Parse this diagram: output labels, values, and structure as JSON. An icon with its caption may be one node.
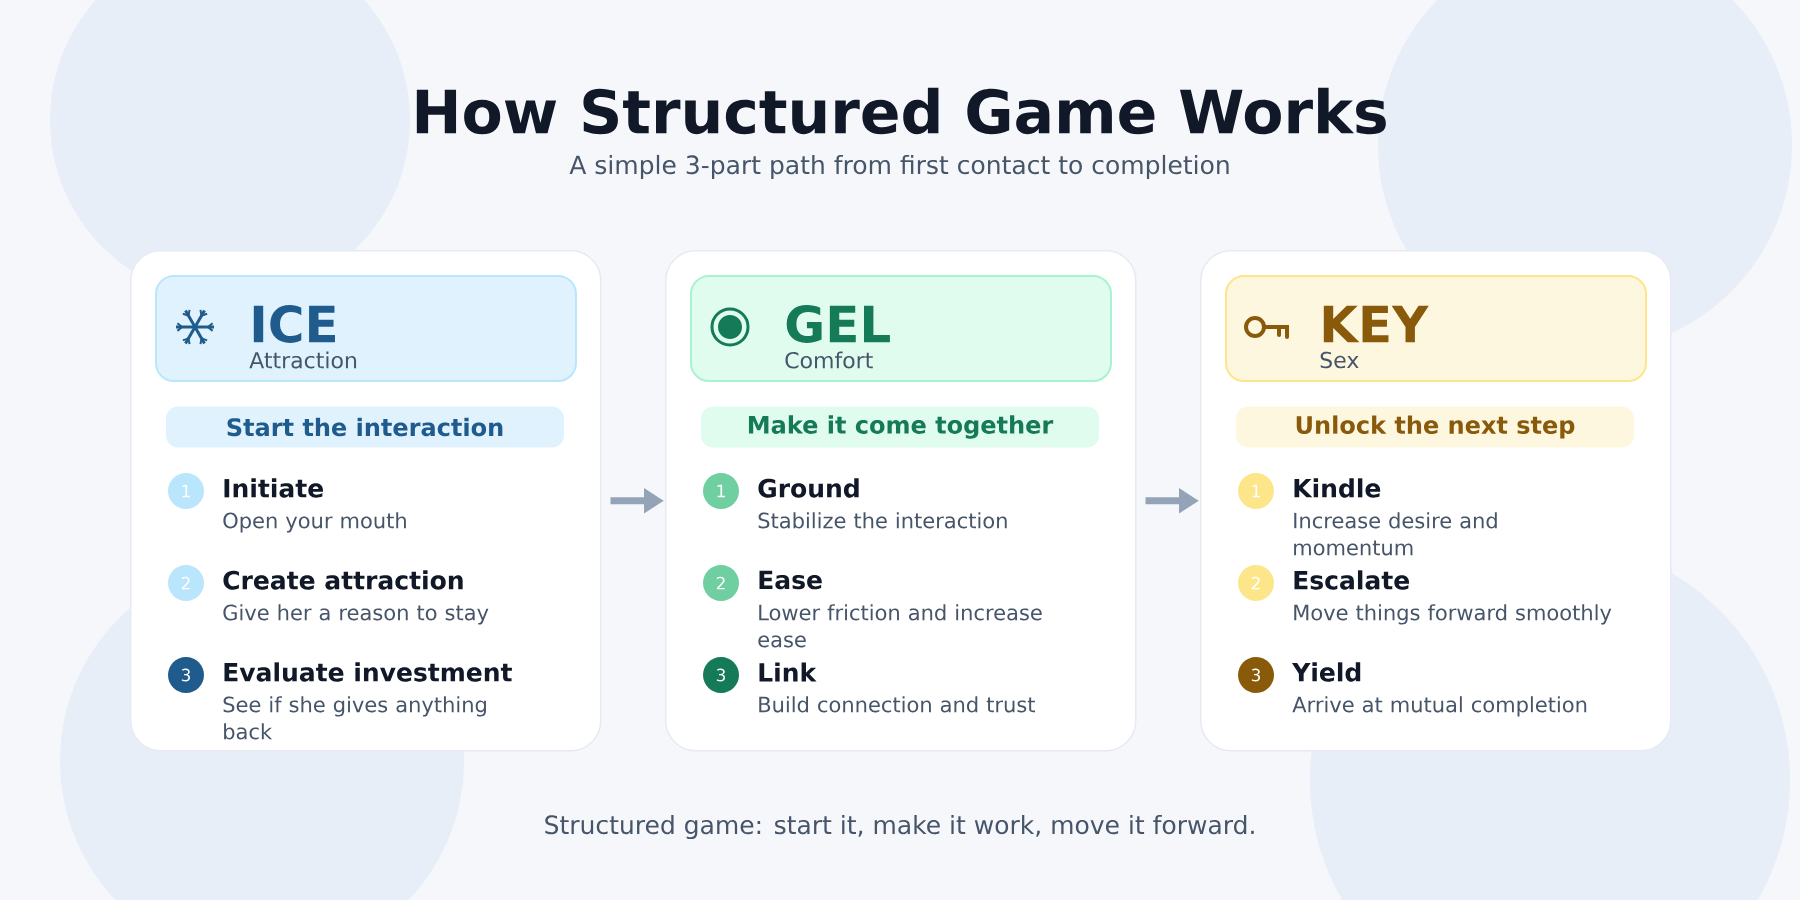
{
  "diagram": {
    "title": "How Structured Game Works",
    "caption": "Structured game: start it, make it work, move it forward.",
    "labels": [
      "A simple 3-part path from first contact to completion"
    ],
    "nodes": [
      {
        "text": [],
        "shape": "box"
      },
      {
        "text": [
          "ICE",
          "Attraction"
        ],
        "in": 0
      },
      {
        "text": [
          "Start the interaction"
        ],
        "in": 0
      },
      {
        "text": [
          "1"
        ],
        "in": 0,
        "beside": [
          "Initiate",
          "Open your mouth"
        ]
      },
      {
        "text": [
          "2"
        ],
        "in": 0,
        "beside": [
          "Create attraction",
          "Give her a reason to stay"
        ]
      },
      {
        "text": [
          "3"
        ],
        "in": 0,
        "beside": [
          "Evaluate investment",
          "See if she gives anything back"
        ]
      },
      {
        "text": [],
        "shape": "box"
      },
      {
        "text": [
          "GEL",
          "Comfort"
        ],
        "in": 6
      },
      {
        "text": [
          "Make it come together"
        ],
        "in": 6
      },
      {
        "text": [
          "1"
        ],
        "in": 6,
        "beside": [
          "Ground",
          "Stabilize the interaction"
        ]
      },
      {
        "text": [
          "2"
        ],
        "in": 6,
        "beside": [
          "Ease",
          "Lower friction and increase ease"
        ]
      },
      {
        "text": [
          "3"
        ],
        "in": 6,
        "beside": [
          "Link",
          "Build connection and trust"
        ]
      },
      {
        "text": [],
        "shape": "box"
      },
      {
        "text": [
          "KEY",
          "Sex"
        ],
        "in": 12
      },
      {
        "text": [
          "Unlock the next step"
        ],
        "in": 12
      },
      {
        "text": [
          "1"
        ],
        "in": 12,
        "beside": [
          "Kindle",
          "Increase desire and momentum"
        ]
      },
      {
        "text": [
          "2"
        ],
        "in": 12,
        "beside": [
          "Escalate",
          "Move things forward smoothly"
        ]
      },
      {
        "text": [
          "3"
        ],
        "in": 12,
        "beside": [
          "Yield",
          "Arrive at mutual completion"
        ]
      }
    ],
    "edges": [
      {
        "from": 0,
        "to": 6,
        "arrow": "to"
      },
      {
        "from": 6,
        "to": 12,
        "arrow": "to"
      }
    ]
  }
}
